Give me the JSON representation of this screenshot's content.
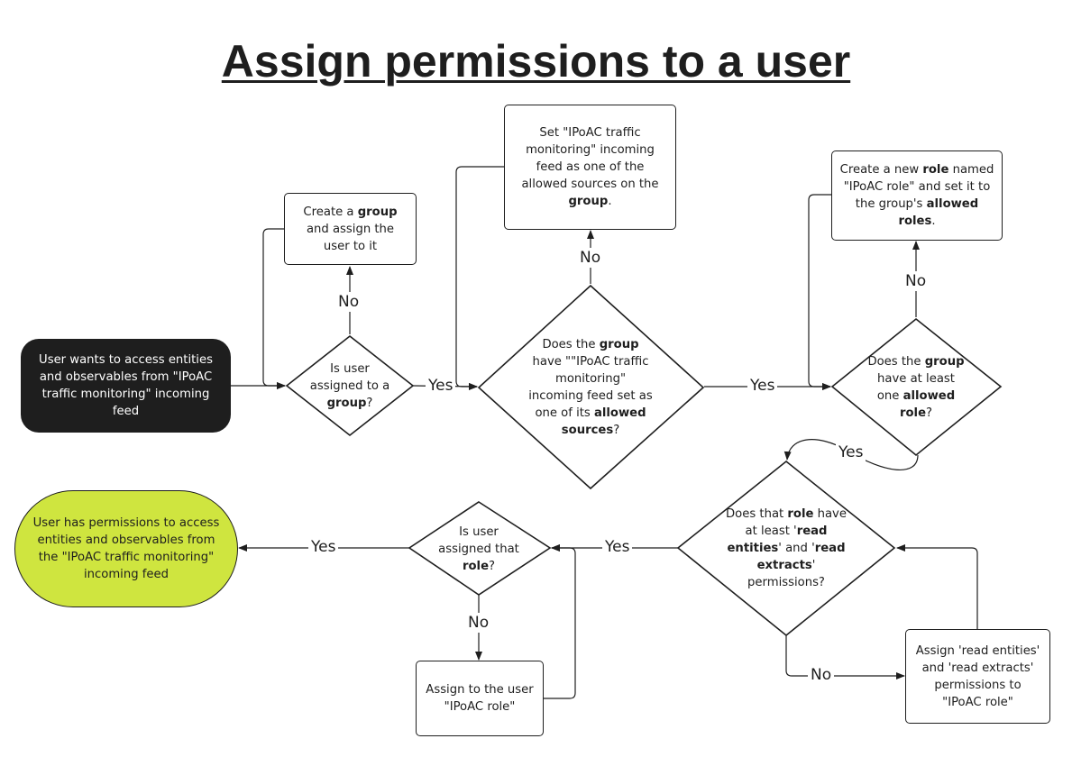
{
  "title": "Assign permissions to a user",
  "nodes": {
    "start": "User wants to access entities and observables from \"IPoAC traffic monitoring\" incoming feed",
    "is_user_assigned_group": [
      "Is user assigned to a ",
      "group",
      "?"
    ],
    "create_group": [
      "Create a ",
      "group",
      " and assign the user to it"
    ],
    "does_group_have_feed": [
      "Does the ",
      "group",
      " have \"\"IPoAC traffic monitoring\" incoming feed set as one of its ",
      "allowed sources",
      "?"
    ],
    "set_feed": [
      "Set \"IPoAC traffic monitoring\" incoming feed as one of the allowed sources on the ",
      "group",
      "."
    ],
    "does_group_have_role": [
      "Does the ",
      "group",
      " have at least one ",
      "allowed role",
      "?"
    ],
    "create_role": [
      "Create a new ",
      "role",
      " named \"IPoAC role\" and set it to the group's ",
      "allowed roles",
      "."
    ],
    "does_role_have_perms": [
      "Does that ",
      "role",
      " have at least '",
      "read entities",
      "' and '",
      "read extracts",
      "' permissions?"
    ],
    "assign_perms": "Assign 'read entities' and 'read extracts' permissions to \"IPoAC role\"",
    "is_user_assigned_role": [
      "Is user assigned that ",
      "role",
      "?"
    ],
    "assign_role": "Assign to the user \"IPoAC role\"",
    "end": "User has permissions to access entities and observables from the \"IPoAC traffic monitoring\" incoming feed"
  },
  "labels": {
    "yes": "Yes",
    "no": "No"
  }
}
